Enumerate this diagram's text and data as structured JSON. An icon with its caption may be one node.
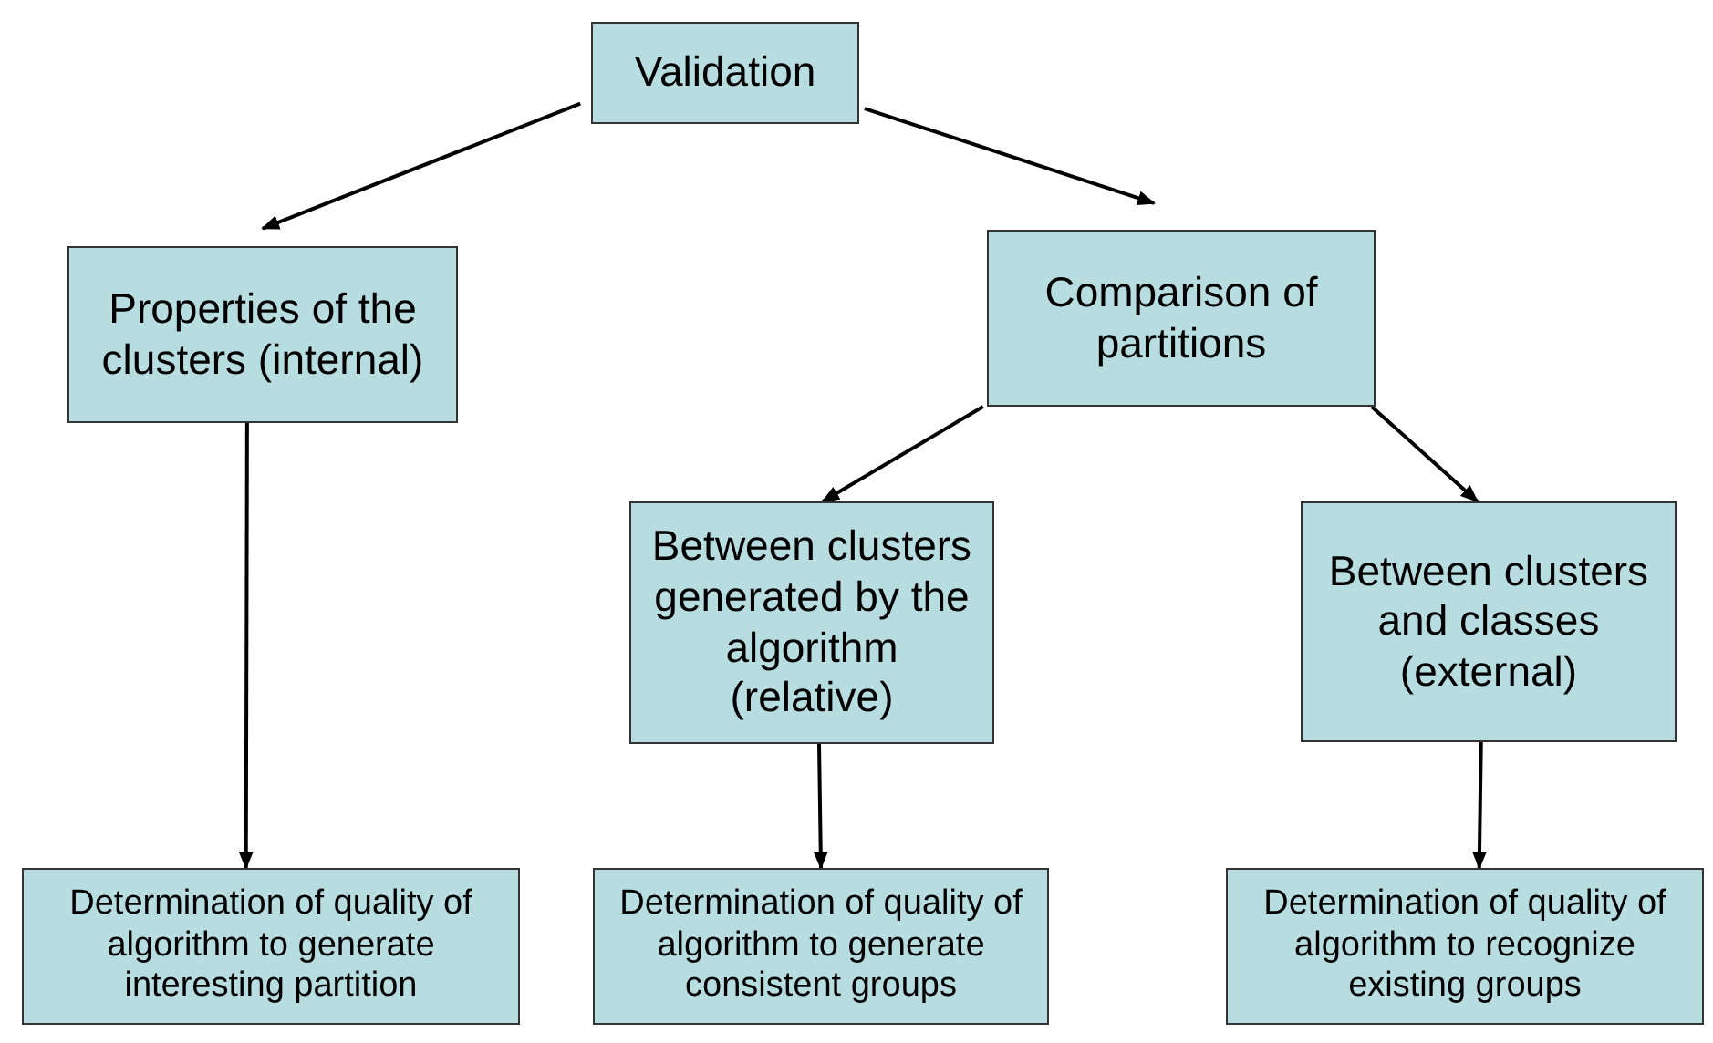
{
  "diagram": {
    "nodes": [
      {
        "text": [
          "Validation"
        ]
      },
      {
        "text": [
          "Properties of the clusters (internal)"
        ]
      },
      {
        "text": [
          "Comparison of partitions"
        ]
      },
      {
        "text": [
          "Between clusters generated by the algorithm (relative)"
        ]
      },
      {
        "text": [
          "Between clusters and classes (external)"
        ]
      },
      {
        "text": [
          "Determination of quality of algorithm to generate interesting partition"
        ]
      },
      {
        "text": [
          "Determination of quality of algorithm to generate consistent groups"
        ]
      },
      {
        "text": [
          "Determination of quality of algorithm to recognize existing groups"
        ]
      }
    ],
    "edges": [
      {
        "from": 0,
        "to": 1,
        "arrow": "to"
      },
      {
        "from": 0,
        "to": 2,
        "arrow": "to"
      },
      {
        "from": 1,
        "to": 5,
        "arrow": "to"
      },
      {
        "from": 2,
        "to": 3,
        "arrow": "to"
      },
      {
        "from": 2,
        "to": 4,
        "arrow": "to"
      },
      {
        "from": 3,
        "to": 6,
        "arrow": "to"
      },
      {
        "from": 4,
        "to": 7,
        "arrow": "to"
      }
    ]
  }
}
